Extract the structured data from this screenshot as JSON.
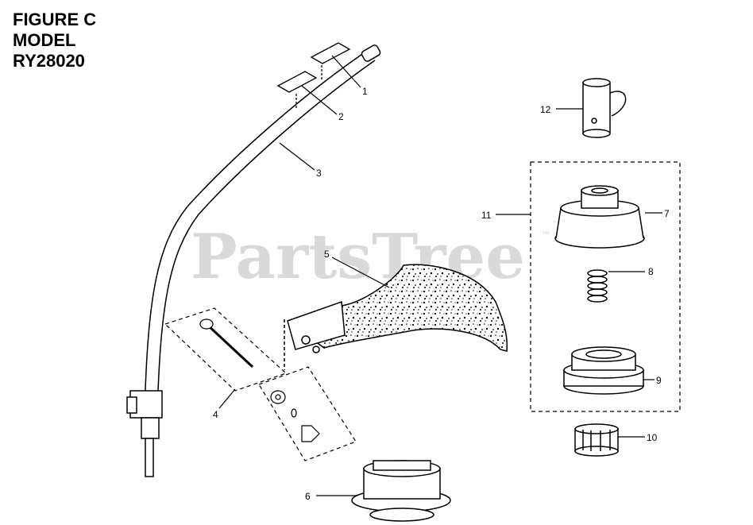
{
  "header": {
    "line1": "FIGURE C",
    "line2": "MODEL",
    "line3": "RY28020"
  },
  "watermark": {
    "text": "PartsTree",
    "tm": "™",
    "color": "#d9d9d9"
  },
  "callouts": {
    "c1": "1",
    "c2": "2",
    "c3": "3",
    "c4": "4",
    "c5": "5",
    "c6": "6",
    "c7": "7",
    "c8": "8",
    "c9": "9",
    "c10": "10",
    "c11": "11",
    "c12": "12"
  },
  "parts": [
    {
      "number": "1",
      "icon": "label-decal-icon"
    },
    {
      "number": "2",
      "icon": "label-decal-icon"
    },
    {
      "number": "3",
      "icon": "curved-shaft-icon"
    },
    {
      "number": "4",
      "icon": "hardware-kit-icon"
    },
    {
      "number": "5",
      "icon": "guard-shield-icon"
    },
    {
      "number": "6",
      "icon": "trimmer-head-icon"
    },
    {
      "number": "7",
      "icon": "spool-cover-icon"
    },
    {
      "number": "8",
      "icon": "spring-icon"
    },
    {
      "number": "9",
      "icon": "spool-icon"
    },
    {
      "number": "10",
      "icon": "bump-knob-icon"
    },
    {
      "number": "11",
      "icon": "head-assembly-icon"
    },
    {
      "number": "12",
      "icon": "coupler-icon"
    }
  ]
}
